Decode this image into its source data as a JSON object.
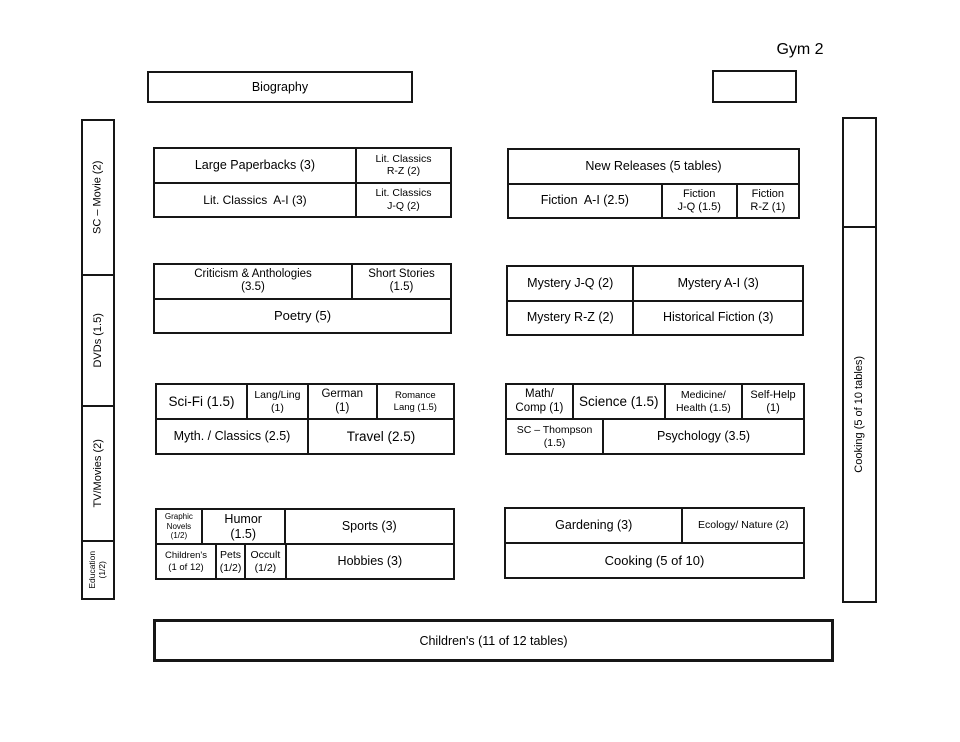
{
  "title": "Gym 2",
  "colors": {
    "border": "#161616",
    "background": "#ffffff",
    "text": "#000000"
  },
  "header": {
    "gym_label": "Gym 2",
    "biography": {
      "lines": [
        "Biography"
      ]
    },
    "unlabeled_box": {
      "lines": []
    }
  },
  "left_wall": {
    "segments": [
      {
        "lines": [
          "SC – Movie (2)"
        ]
      },
      {
        "lines": [
          "DVDs (1.5)"
        ]
      },
      {
        "lines": [
          "TV/Movies (2)"
        ]
      },
      {
        "lines": [
          "Education",
          "(1/2)"
        ]
      }
    ]
  },
  "right_wall": {
    "segments": [
      {
        "lines": []
      },
      {
        "lines": [
          "Cooking (5 of 10 tables)"
        ]
      }
    ]
  },
  "blocks": {
    "paperbacks": {
      "cells": [
        {
          "lines": [
            "Large Paperbacks (3)"
          ]
        },
        {
          "lines": [
            "Lit. Classics",
            "R-Z (2)"
          ]
        },
        {
          "lines": [
            "Lit. Classics  A-I (3)"
          ]
        },
        {
          "lines": [
            "Lit. Classics",
            "J-Q (2)"
          ]
        }
      ]
    },
    "fiction": {
      "cells": [
        {
          "lines": [
            "New Releases (5 tables)"
          ]
        },
        {
          "lines": [
            "Fiction  A-I (2.5)"
          ]
        },
        {
          "lines": [
            "Fiction",
            "J-Q (1.5)"
          ]
        },
        {
          "lines": [
            "Fiction",
            "R-Z (1)"
          ]
        }
      ]
    },
    "poetry": {
      "cells": [
        {
          "lines": [
            "Criticism & Anthologies",
            "(3.5)"
          ]
        },
        {
          "lines": [
            "Short Stories",
            "(1.5)"
          ]
        },
        {
          "lines": [
            "Poetry (5)"
          ]
        }
      ]
    },
    "mystery": {
      "cells": [
        {
          "lines": [
            "Mystery J-Q (2)"
          ]
        },
        {
          "lines": [
            "Mystery A-I (3)"
          ]
        },
        {
          "lines": [
            "Mystery R-Z (2)"
          ]
        },
        {
          "lines": [
            "Historical Fiction (3)"
          ]
        }
      ]
    },
    "scifi_travel": {
      "cells": [
        {
          "lines": [
            "Sci-Fi (1.5)"
          ]
        },
        {
          "lines": [
            "Lang/Ling",
            "(1)"
          ]
        },
        {
          "lines": [
            "German",
            "(1)"
          ]
        },
        {
          "lines": [
            "Romance",
            "Lang (1.5)"
          ]
        },
        {
          "lines": [
            "Myth. / Classics (2.5)"
          ]
        },
        {
          "lines": [
            "Travel (2.5)"
          ]
        }
      ]
    },
    "science_psych": {
      "cells": [
        {
          "lines": [
            "Math/",
            "Comp (1)"
          ]
        },
        {
          "lines": [
            "Science (1.5)"
          ]
        },
        {
          "lines": [
            "Medicine/",
            "Health (1.5)"
          ]
        },
        {
          "lines": [
            "Self-Help",
            "(1)"
          ]
        },
        {
          "lines": [
            "SC – Thompson",
            "(1.5)"
          ]
        },
        {
          "lines": [
            "Psychology (3.5)"
          ]
        }
      ]
    },
    "humor_sports": {
      "cells": [
        {
          "lines": [
            "Graphic",
            "Novels",
            "(1/2)"
          ]
        },
        {
          "lines": [
            "Humor",
            "(1.5)"
          ]
        },
        {
          "lines": [
            "Sports (3)"
          ]
        },
        {
          "lines": [
            "Children's",
            "(1 of 12)"
          ]
        },
        {
          "lines": [
            "Pets",
            "(1/2)"
          ]
        },
        {
          "lines": [
            "Occult",
            "(1/2)"
          ]
        },
        {
          "lines": [
            "Hobbies (3)"
          ]
        }
      ]
    },
    "gardening_cooking": {
      "cells": [
        {
          "lines": [
            "Gardening (3)"
          ]
        },
        {
          "lines": [
            "Ecology/ Nature (2)"
          ]
        },
        {
          "lines": [
            "Cooking (5 of 10)"
          ]
        }
      ]
    }
  },
  "bottom_row": {
    "lines": [
      "Children's (11 of 12 tables)"
    ]
  }
}
